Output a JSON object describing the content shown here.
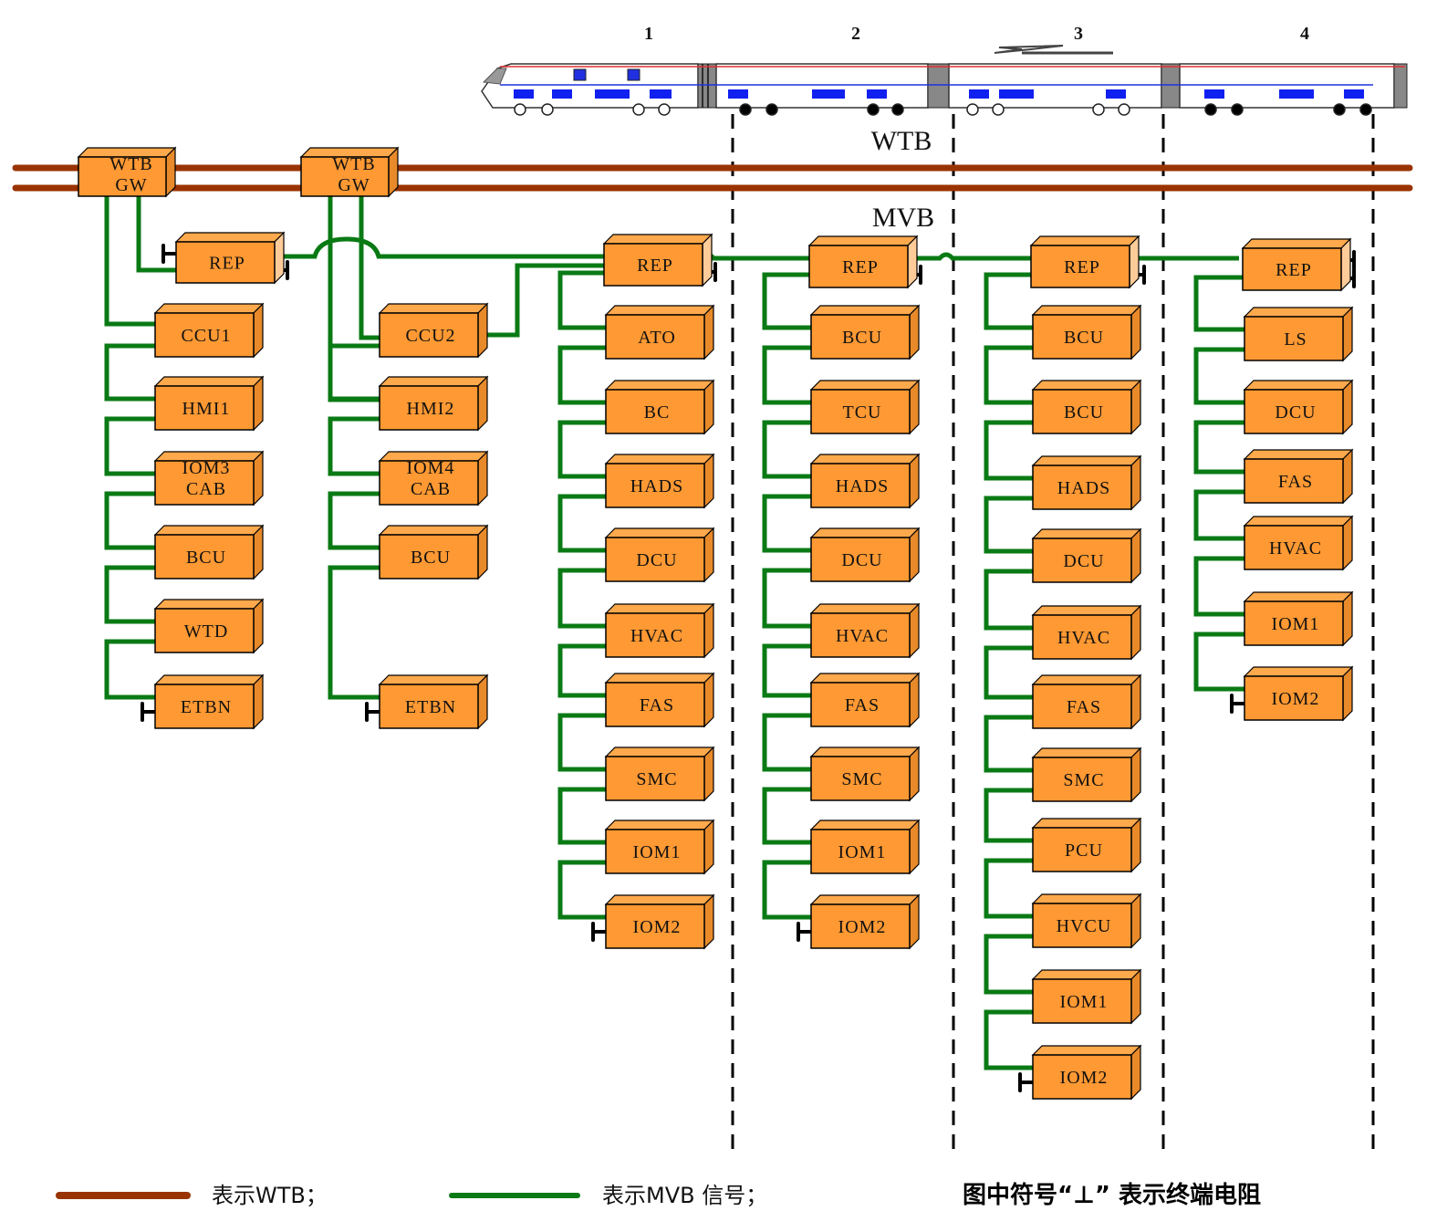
{
  "title": "Train network topology (WTB / MVB)",
  "colors": {
    "wtb": "#993300",
    "mvb": "#0a7a14",
    "box_front": "#FF9933",
    "box_top": "#FFA94D",
    "box_side_dark": "#E88A2A",
    "box_side_rep": "#FFCC99",
    "terminator": "#000000",
    "car_divider": "#000000"
  },
  "cars": [
    "1",
    "2",
    "3",
    "4"
  ],
  "bus_labels": {
    "wtb": "WTB",
    "mvb": "MVB"
  },
  "gateways": [
    {
      "id": "gw1",
      "lines": [
        "WTB",
        "GW"
      ]
    },
    {
      "id": "gw2",
      "lines": [
        "WTB",
        "GW"
      ]
    }
  ],
  "columns": [
    {
      "id": "cab-a",
      "car": "1",
      "devices": [
        "CCU1",
        "HMI1",
        "IOM3\nCAB",
        "BCU",
        "WTD",
        "ETBN"
      ]
    },
    {
      "id": "cab-b",
      "car": "1",
      "devices": [
        "CCU2",
        "HMI2",
        "IOM4\nCAB",
        "BCU",
        "ETBN"
      ]
    },
    {
      "id": "car1",
      "car": "1",
      "rep": "REP",
      "devices": [
        "ATO",
        "BC",
        "HADS",
        "DCU",
        "HVAC",
        "FAS",
        "SMC",
        "IOM1",
        "IOM2"
      ]
    },
    {
      "id": "car2",
      "car": "2",
      "rep": "REP",
      "devices": [
        "BCU",
        "TCU",
        "HADS",
        "DCU",
        "HVAC",
        "FAS",
        "SMC",
        "IOM1",
        "IOM2"
      ]
    },
    {
      "id": "car3",
      "car": "3",
      "rep": "REP",
      "devices": [
        "BCU",
        "BCU",
        "HADS",
        "DCU",
        "HVAC",
        "FAS",
        "SMC",
        "PCU",
        "HVCU",
        "IOM1",
        "IOM2"
      ]
    },
    {
      "id": "car4",
      "car": "4",
      "rep": "REP",
      "devices": [
        "LS",
        "DCU",
        "FAS",
        "HVAC",
        "IOM1",
        "IOM2"
      ]
    }
  ],
  "gw_rep": {
    "label": "REP"
  },
  "legend": {
    "wtb_text": "表示WTB；",
    "mvb_text": "表示MVB 信号；",
    "terminator_text": "图中符号“⊥” 表示终端电阻"
  }
}
